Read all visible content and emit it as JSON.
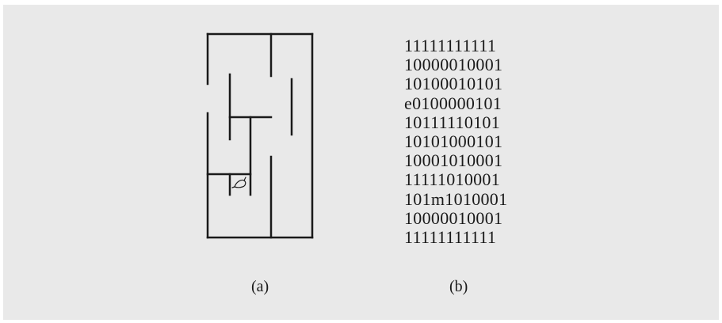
{
  "figure": {
    "caption_a": "(a)",
    "caption_b": "(b)"
  },
  "maze_grid": {
    "rows": [
      "11111111111",
      "10000010001",
      "10100010101",
      "e0100000101",
      "10111110101",
      "10101000101",
      "10001010001",
      "11111010001",
      "101m1010001",
      "10000010001",
      "11111111111"
    ]
  },
  "maze_drawing": {
    "mouse_glyph": "mouse-icon",
    "wall_color": "#1a1a1a",
    "panel_color": "#e9e9e9"
  }
}
